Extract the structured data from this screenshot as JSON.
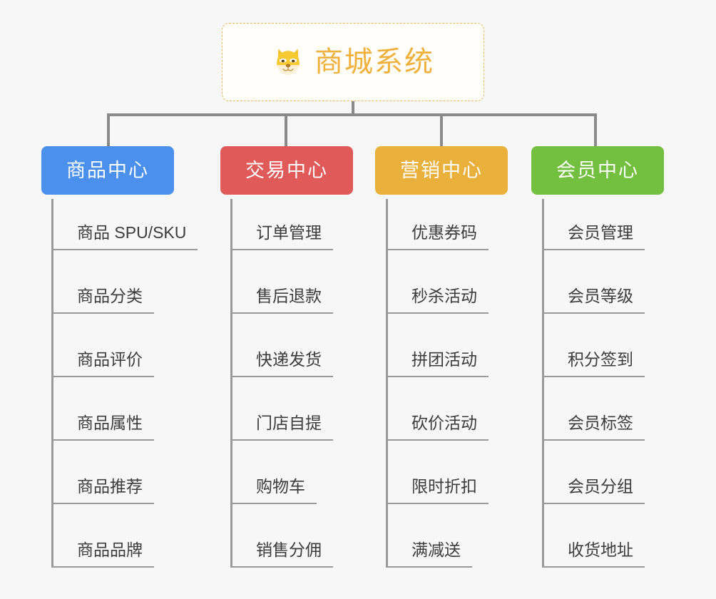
{
  "root": {
    "title": "商城系统",
    "icon": "dog-face-icon",
    "border_color": "#e8b85c",
    "text_color": "#f0b03c"
  },
  "columns": [
    {
      "id": "product-center",
      "label": "商品中心",
      "color": "#4a90ec",
      "items": [
        "商品 SPU/SKU",
        "商品分类",
        "商品评价",
        "商品属性",
        "商品推荐",
        "商品品牌"
      ]
    },
    {
      "id": "trade-center",
      "label": "交易中心",
      "color": "#e05a5a",
      "items": [
        "订单管理",
        "售后退款",
        "快递发货",
        "门店自提",
        "购物车",
        "销售分佣"
      ]
    },
    {
      "id": "marketing-center",
      "label": "营销中心",
      "color": "#eab03c",
      "items": [
        "优惠券码",
        "秒杀活动",
        "拼团活动",
        "砍价活动",
        "限时折扣",
        "满减送"
      ]
    },
    {
      "id": "member-center",
      "label": "会员中心",
      "color": "#73c040",
      "items": [
        "会员管理",
        "会员等级",
        "积分签到",
        "会员标签",
        "会员分组",
        "收货地址"
      ]
    }
  ]
}
